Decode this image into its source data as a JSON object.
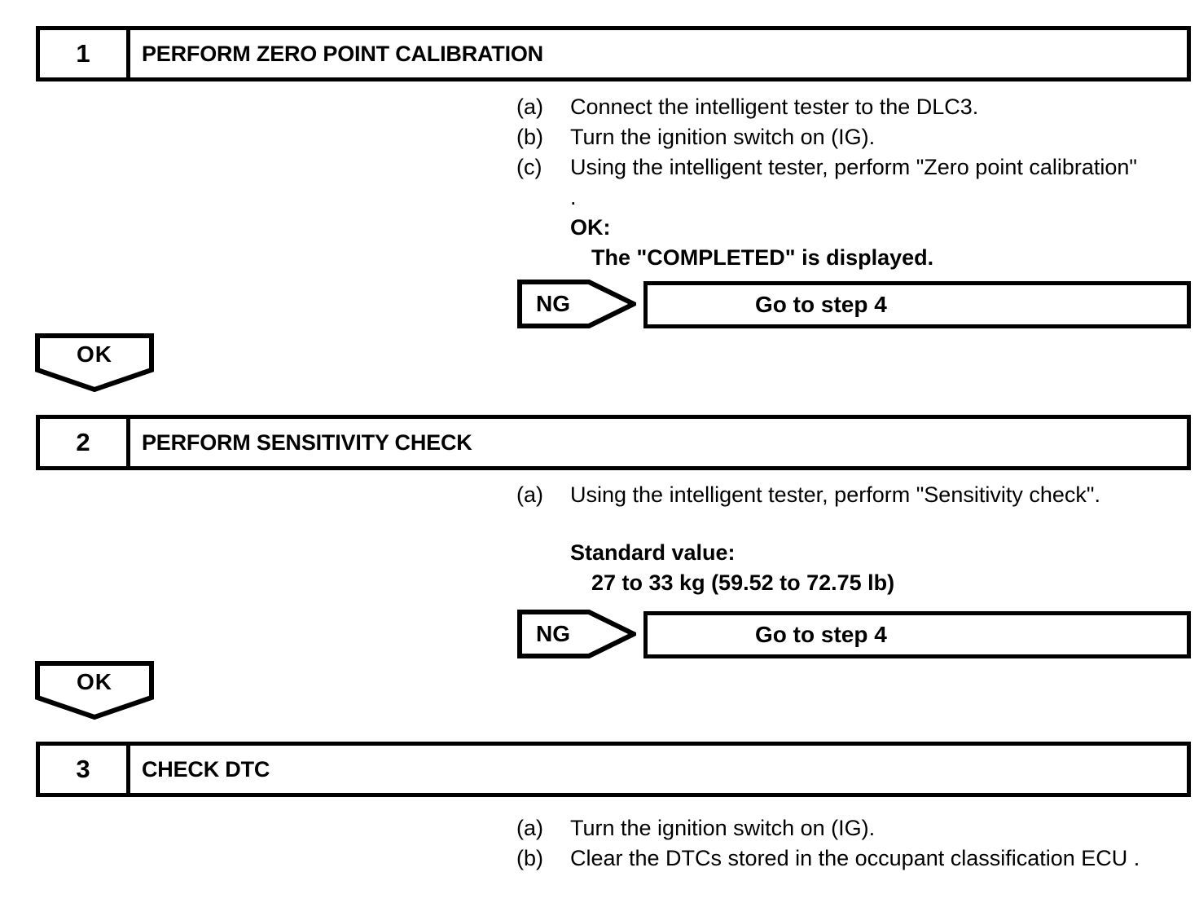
{
  "page": {
    "background": "#ffffff",
    "ink": "#000000"
  },
  "sections": [
    {
      "number": "1",
      "title": "PERFORM ZERO POINT CALIBRATION",
      "instructions": [
        {
          "label": "(a)",
          "text": "Connect the intelligent tester to the DLC3."
        },
        {
          "label": "(b)",
          "text": "Turn the ignition switch on (IG)."
        },
        {
          "label": "(c)",
          "text": "Using the intelligent tester, perform \"Zero point calibration\" ."
        }
      ],
      "note": {
        "heading": "OK:",
        "detail": "The \"COMPLETED\" is displayed."
      },
      "ng": {
        "label": "NG",
        "action": "Go to step 4"
      },
      "ok": {
        "label": "OK"
      }
    },
    {
      "number": "2",
      "title": "PERFORM SENSITIVITY CHECK",
      "instructions": [
        {
          "label": "(a)",
          "text": "Using the intelligent tester, perform \"Sensitivity check\"."
        }
      ],
      "note": {
        "heading": "Standard value:",
        "detail": "27 to 33 kg (59.52 to 72.75 lb)"
      },
      "ng": {
        "label": "NG",
        "action": "Go to step 4"
      },
      "ok": {
        "label": "OK"
      }
    },
    {
      "number": "3",
      "title": "CHECK DTC",
      "instructions": [
        {
          "label": "(a)",
          "text": "Turn the ignition switch on (IG)."
        },
        {
          "label": "(b)",
          "text": "Clear the DTCs stored in the occupant classification ECU ."
        }
      ]
    }
  ]
}
